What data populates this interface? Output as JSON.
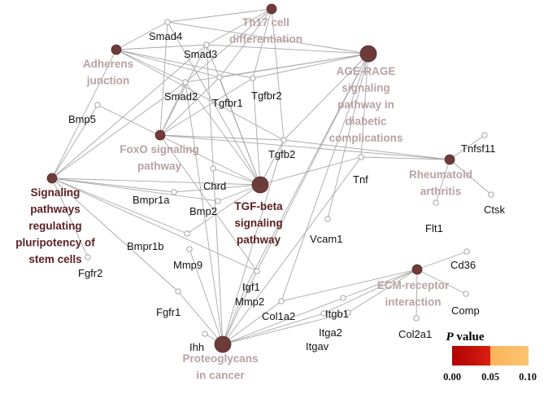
{
  "colors": {
    "significant_label": "#5b1f1f",
    "nonsignificant_label": "#b8a2a2",
    "pathway_node": "#6e3b3b",
    "legend_low": "#b00000",
    "legend_mid": "#e24a1c",
    "legend_high": "#fcc06a"
  },
  "pathways": {
    "th17": {
      "label_lines": [
        "Th17 cell",
        "differentiation"
      ],
      "significant": false
    },
    "adherens": {
      "label_lines": [
        "Adherens",
        "junction"
      ],
      "significant": false
    },
    "agerage": {
      "label_lines": [
        "AGE-RAGE",
        "signaling",
        "pathway in",
        "diabetic",
        "complications"
      ],
      "significant": false
    },
    "foxo": {
      "label_lines": [
        "FoxO signaling",
        "pathway"
      ],
      "significant": false
    },
    "tgfbeta": {
      "label_lines": [
        "TGF-beta",
        "signaling",
        "pathway"
      ],
      "significant": true
    },
    "rheumatoid": {
      "label_lines": [
        "Rheumatoid",
        "arthritis"
      ],
      "significant": false
    },
    "pluripotency": {
      "label_lines": [
        "Signaling",
        "pathways",
        "regulating",
        "pluripotency of",
        "stem cells"
      ],
      "significant": true
    },
    "ecm": {
      "label_lines": [
        "ECM-receptor",
        "interaction"
      ],
      "significant": false
    },
    "proteoglycans": {
      "label_lines": [
        "Proteoglycans",
        "in cancer"
      ],
      "significant": false
    }
  },
  "genes": {
    "smad4": "Smad4",
    "smad3": "Smad3",
    "smad2": "Smad2",
    "tgfbr1": "Tgfbr1",
    "tgfbr2": "Tgfbr2",
    "bmp5": "Bmp5",
    "tgfb2": "Tgfb2",
    "chrd": "Chrd",
    "bmpr1a": "Bmpr1a",
    "bmp2": "Bmp2",
    "tnf": "Tnf",
    "tnfsf11": "Tnfsf11",
    "ctsk": "Ctsk",
    "flt1": "Flt1",
    "vcam1": "Vcam1",
    "bmpr1b": "Bmpr1b",
    "mmp9": "Mmp9",
    "fgfr2": "Fgfr2",
    "igf1": "Igf1",
    "fgfr1": "Fgfr1",
    "mmp2": "Mmp2",
    "col1a2": "Col1a2",
    "itgb1": "Itgb1",
    "itga2": "Itga2",
    "itgav": "Itgav",
    "ihh": "Ihh",
    "cd36": "Cd36",
    "comp": "Comp",
    "col2a1": "Col2a1"
  },
  "legend": {
    "title_italic": "P",
    "title_rest": " value",
    "ticks": [
      "0.00",
      "0.05",
      "0.10"
    ]
  }
}
